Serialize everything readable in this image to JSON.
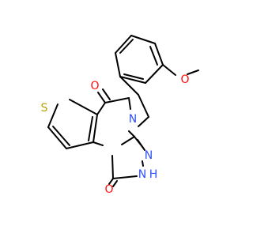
{
  "molecule": {
    "atoms": [
      {
        "id": "s1",
        "label": "S",
        "color": "#b8a200"
      },
      {
        "id": "o5",
        "label": "O",
        "color": "#ff0d0d"
      },
      {
        "id": "n4",
        "label": "N",
        "color": "#3050f8"
      },
      {
        "id": "o_me",
        "label": "O",
        "color": "#ff0d0d"
      },
      {
        "id": "n3",
        "label": "N",
        "color": "#3050f8"
      },
      {
        "id": "n_nh",
        "label": "N",
        "color": "#3050f8"
      },
      {
        "id": "h_nh",
        "label": "H",
        "color": "#3050f8"
      },
      {
        "id": "o1",
        "label": "O",
        "color": "#ff0d0d"
      }
    ],
    "bond_color": "#000000"
  }
}
